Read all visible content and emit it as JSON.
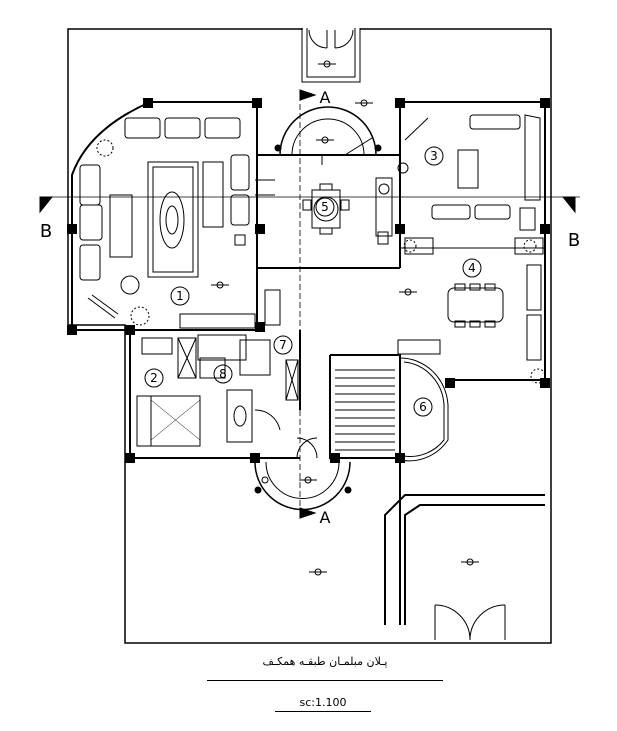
{
  "plan": {
    "title": "پـلان مبلمـان طبقـه همکـف",
    "scale": "sc:1.100",
    "section_marks": {
      "a_top": "A",
      "a_bottom": "A",
      "b_left": "B",
      "b_right": "B"
    },
    "rooms": [
      "1",
      "2",
      "3",
      "4",
      "5",
      "6",
      "7",
      "8"
    ]
  }
}
